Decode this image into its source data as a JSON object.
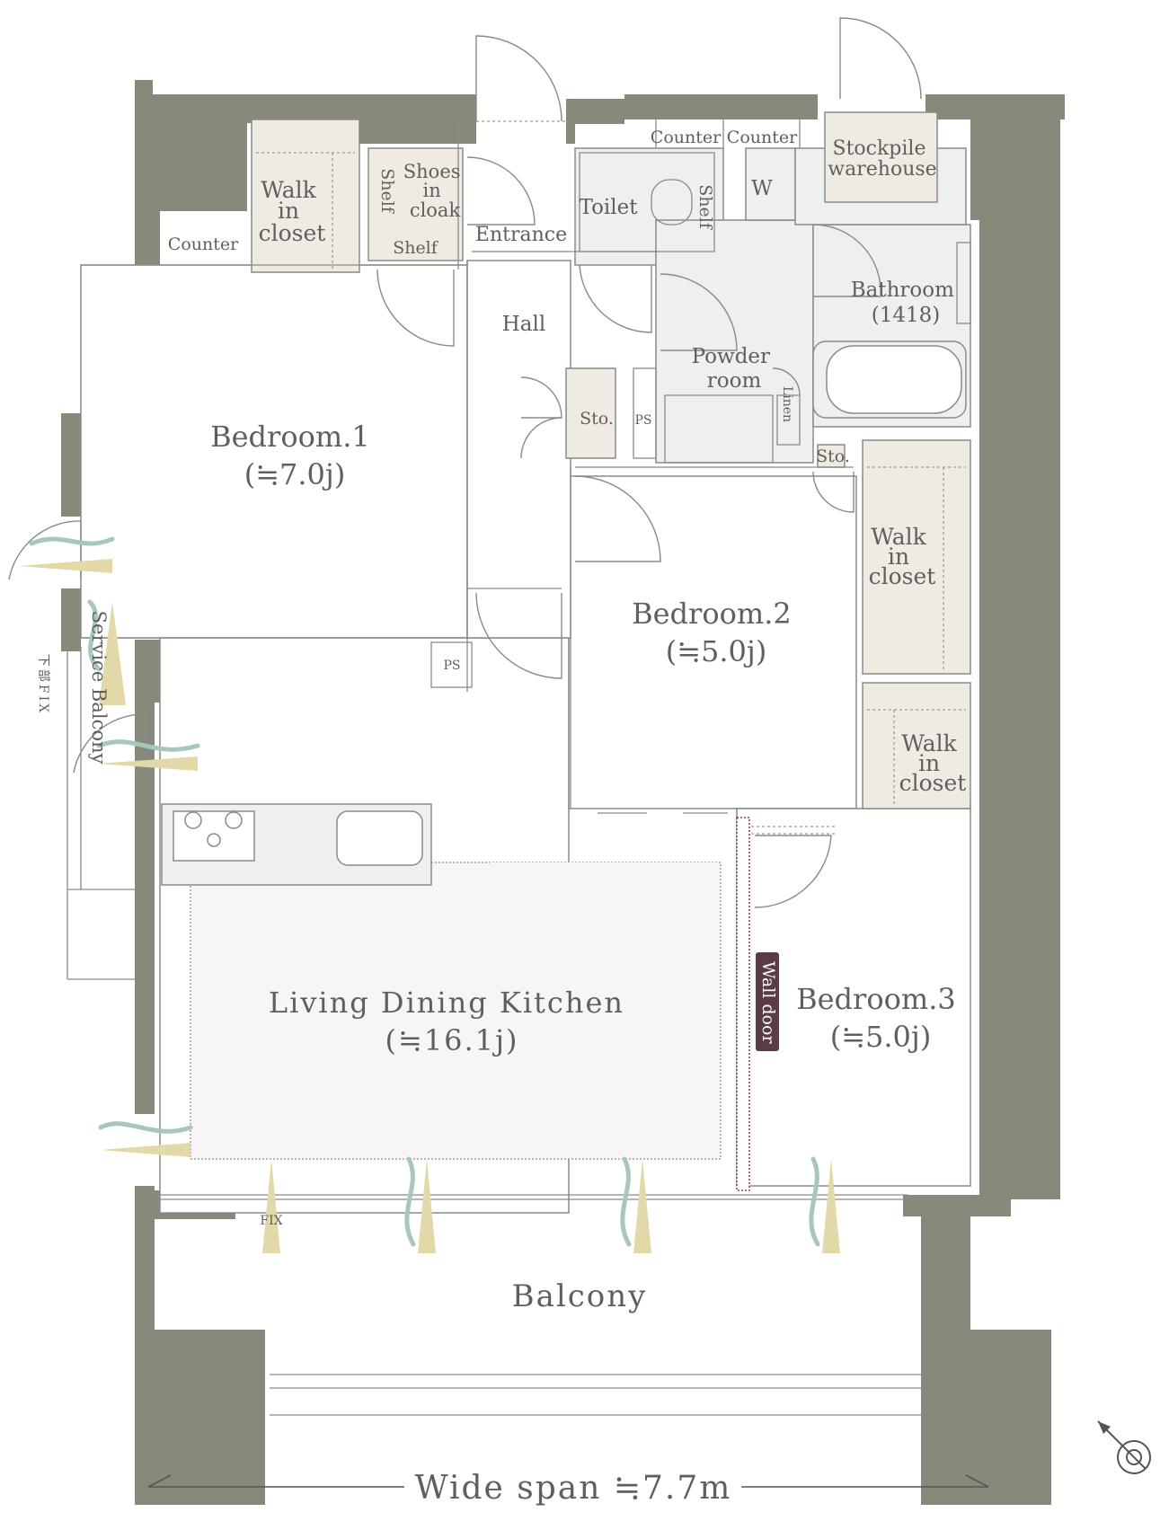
{
  "rooms": {
    "walk_in_closet_1": [
      "Walk",
      "in",
      "closet"
    ],
    "counter_left": "Counter",
    "shelf_vertical": "Shelf",
    "shoes_in_cloak": [
      "Shoes",
      "in",
      "cloak"
    ],
    "shelf_bottom": "Shelf",
    "entrance": "Entrance",
    "counter_1": "Counter",
    "counter_2": "Counter",
    "toilet": "Toilet",
    "shelf_toilet": "Shelf",
    "washer": "W",
    "stockpile": [
      "Stockpile",
      "warehouse"
    ],
    "bathroom": [
      "Bathroom",
      "(1418)"
    ],
    "hall": "Hall",
    "powder_room": [
      "Powder",
      "room"
    ],
    "sto_1": "Sto.",
    "ps_1": "PS",
    "linen": "Linen",
    "sto_2": "Sto.",
    "bedroom_1": [
      "Bedroom.1",
      "(≒7.0j)"
    ],
    "bedroom_2": [
      "Bedroom.2",
      "(≒5.0j)"
    ],
    "walk_in_closet_2": [
      "Walk",
      "in",
      "closet"
    ],
    "walk_in_closet_3": [
      "Walk",
      "in",
      "closet"
    ],
    "ps_2": "PS",
    "service_balcony": "Service Balcony",
    "fix_vertical": "下部FIX",
    "wall_door": "Wall door",
    "ldk": [
      "Living Dining Kitchen",
      "(≒16.1j)"
    ],
    "bedroom_3": [
      "Bedroom.3",
      "(≒5.0j)"
    ],
    "fix": "FIX",
    "balcony": "Balcony"
  },
  "span_label": "Wide span ≒7.7m",
  "colors": {
    "wall": "#878a7a",
    "closet": "#efebe2",
    "wet_area": "#eef0ee",
    "ldk_area": "#f8f5f6",
    "wall_door": "#5a3c46",
    "airflow": "#e2d8a8",
    "breeze": "#a9c6bd"
  }
}
